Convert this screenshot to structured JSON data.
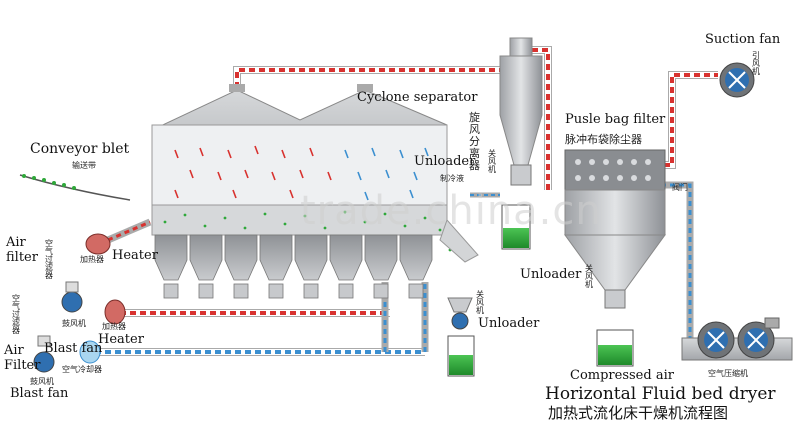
{
  "labels": {
    "suction_fan": "Suction fan",
    "suction_fan_cn": "引风机",
    "pulse_bag_filter": "Pusle bag filter",
    "pulse_bag_filter_cn": "脉冲布袋除尘器",
    "cyclone_separator": "Cyclone separator",
    "cyclone_cn": "旋风分离器",
    "unloader_top": "Unloader",
    "unloader_top_cn": "关风机",
    "cooling_liquid_cn": "制冷液",
    "conveyor": "Conveyor blet",
    "conveyor_cn": "输送带",
    "air_filter_1": "Air filter",
    "air_filter_1_cn": "空气过滤器",
    "heater_1": "Heater",
    "heater_1_cn": "加热器",
    "blast_fan_1_cn": "鼓风机",
    "heater_2": "Heater",
    "heater_2_cn": "加热器",
    "air_filter_2": "Air Filter",
    "air_filter_2_cn": "空气过滤器",
    "blast_fan_2": "Blast fan",
    "blast_fan_3": "Blast fan",
    "blast_fan_3_cn": "鼓风机",
    "air_cooler_cn": "空气冷却器",
    "unloader_mid": "Unloader",
    "unloader_mid_cn": "关风机",
    "unloader_right": "Unloader",
    "unloader_right_cn": "关风机",
    "compressed_air": "Compressed air",
    "air_compressor_cn": "空气压缩机",
    "valve_cn": "阀门",
    "title_en": "Horizontal Fluid bed dryer",
    "title_cn": "加热式流化床干燥机流程图"
  },
  "colors": {
    "hot_pipe": "#d8322f",
    "cold_pipe": "#3b8fd0",
    "steel": "#b9bcc0",
    "product_green": "#2fa83a"
  }
}
